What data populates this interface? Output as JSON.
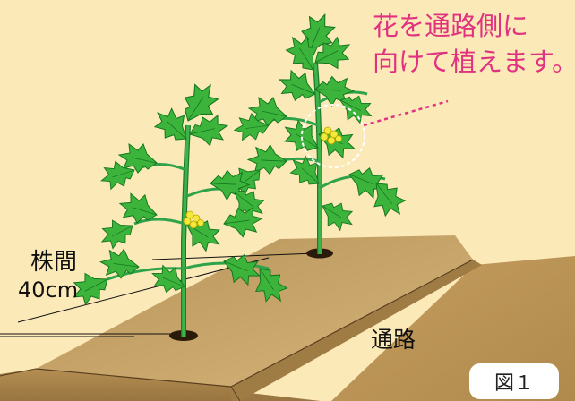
{
  "callout": {
    "line1": "花を通路側に",
    "line2": "向けて植えます。",
    "color": "#e0327f"
  },
  "labels": {
    "spacing_title": "株間",
    "spacing_value": "40cm",
    "path": "通路"
  },
  "figure_label": "図１",
  "colors": {
    "background": "#fbe9b8",
    "bed_top": "#c9a466",
    "bed_side": "#a98448",
    "leaf": "#3cb43c",
    "leaf_dark": "#15771f",
    "stem": "#2fa34a",
    "flower": "#f4e83a"
  }
}
